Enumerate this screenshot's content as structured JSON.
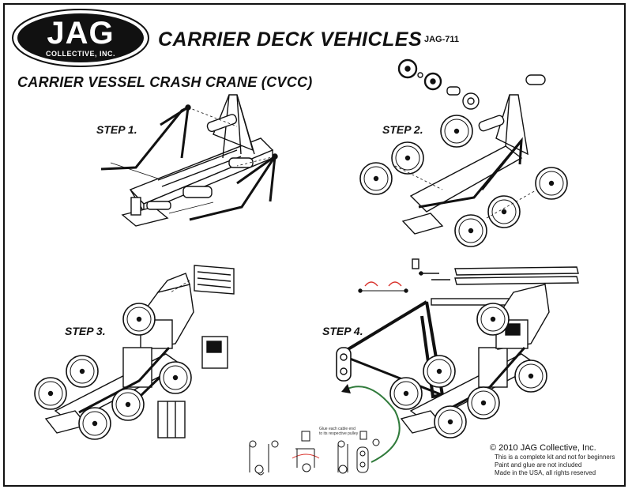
{
  "logo": {
    "name": "JAG",
    "subtitle": "COLLECTIVE, INC."
  },
  "title": "CARRIER DECK VEHICLES",
  "code": "JAG-711",
  "subtitle": "CARRIER VESSEL CRASH CRANE (CVCC)",
  "steps": [
    "STEP 1.",
    "STEP 2.",
    "STEP 3.",
    "STEP 4."
  ],
  "assembly_note": "Glue each cable end to its respective pulley",
  "footer": {
    "copyright": "© 2010 JAG Collective, Inc.",
    "lines": [
      "This is a complete kit and not for beginners",
      "Paint and glue are not included",
      "Made in the USA, all rights reserved"
    ]
  },
  "colors": {
    "ink": "#111111",
    "accent": "#d9302a",
    "cable": "#2f7a3a"
  }
}
